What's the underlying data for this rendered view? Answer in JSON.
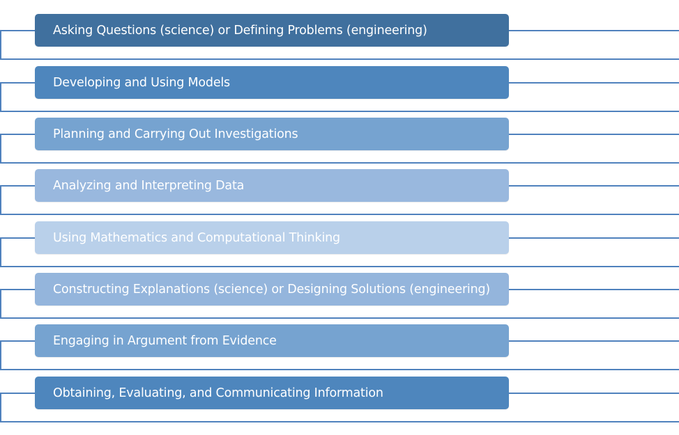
{
  "items": [
    {
      "label": "Asking Questions (science) or Defining Problems (engineering)",
      "color": "#40709e"
    },
    {
      "label": "Developing and Using Models",
      "color": "#4e86bd"
    },
    {
      "label": "Planning and Carrying Out Investigations",
      "color": "#76a3d0"
    },
    {
      "label": "Analyzing and Interpreting  Data",
      "color": "#99b8de"
    },
    {
      "label": "Using Mathematics and Computational Thinking",
      "color": "#b9d0ea"
    },
    {
      "label": "Constructing Explanations (science) or Designing Solutions (engineering)",
      "color": "#94b5dc"
    },
    {
      "label": "Engaging in Argument from Evidence",
      "color": "#76a3d0"
    },
    {
      "label": "Obtaining, Evaluating, and Communicating Information",
      "color": "#4e86bd"
    }
  ],
  "connector_color": "#4f81bd"
}
